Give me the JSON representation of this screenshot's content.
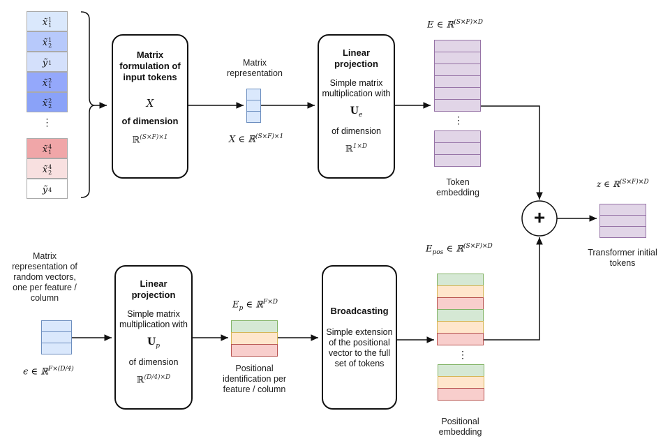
{
  "input_tokens": {
    "items": [
      {
        "label": "x̃",
        "sup": "1",
        "sub": "1",
        "color": "#dae8fc"
      },
      {
        "label": "x̃",
        "sup": "1",
        "sub": "2",
        "color": "#b7c9fb"
      },
      {
        "label": "ỹ",
        "sup": "1",
        "sub": "",
        "color": "#d4e0fb"
      },
      {
        "label": "x̃",
        "sup": "2",
        "sub": "1",
        "color": "#94a8fb"
      },
      {
        "label": "x̃",
        "sup": "2",
        "sub": "2",
        "color": "#8aa2f8"
      },
      {
        "label": "x̃",
        "sup": "4",
        "sub": "1",
        "color": "#f0a6a8"
      },
      {
        "label": "x̃",
        "sup": "4",
        "sub": "2",
        "color": "#f8e0e0"
      },
      {
        "label": "ỹ",
        "sup": "4",
        "sub": "",
        "color": "#ffffff"
      }
    ],
    "ellipsis": "⋮"
  },
  "matrix_formulation": {
    "title": "Matrix formulation of input tokens",
    "symbol": "X",
    "dimension_label": "of  dimension",
    "dimension": "ℝ",
    "dimension_sup": "(S×F)×1"
  },
  "matrix_representation": {
    "label": "Matrix representation",
    "formula": "X ∈ ℝ",
    "formula_sup": "(S×F)×1"
  },
  "linear_projection_top": {
    "title": "Linear projection",
    "desc": "Simple matrix multiplication with",
    "symbol": "U",
    "symbol_sub": "e",
    "dimension_label": "of dimension",
    "dimension": "ℝ",
    "dimension_sup": "1×D"
  },
  "token_embedding": {
    "formula": "E ∈ ℝ",
    "formula_sup": "(S×F)×D",
    "label": "Token embedding",
    "ellipsis": "⋮"
  },
  "sum": {
    "symbol": "+"
  },
  "transformer_tokens": {
    "formula": "z ∈ ℝ",
    "formula_sup": "(S×F)×D",
    "label": "Transformer initial tokens"
  },
  "random_vectors": {
    "label": "Matrix representation of random vectors, one per feature / column",
    "formula": "ϵ ∈ ℝ",
    "formula_sup": "F×(D/4)"
  },
  "linear_projection_bottom": {
    "title": "Linear projection",
    "desc": "Simple matrix multiplication with",
    "symbol": "U",
    "symbol_sub": "p",
    "dimension_label": "of dimension",
    "dimension": "ℝ",
    "dimension_sup": "(D/4)×D"
  },
  "positional_identification": {
    "formula": "E",
    "formula_sub": "p",
    "formula_rest": " ∈ ℝ",
    "formula_sup": "F×D",
    "label": "Positional identification per feature / column"
  },
  "broadcasting": {
    "title": "Broadcasting",
    "desc": "Simple extension of the positional vector to the full set of tokens"
  },
  "positional_embedding": {
    "formula": "E",
    "formula_sub": "pos",
    "formula_rest": " ∈ ℝ",
    "formula_sup": "(S×F)×D",
    "label": "Positional embedding",
    "ellipsis": "⋮"
  },
  "colors": {
    "blue_fill": "#dae8fc",
    "blue_stroke": "#6c8ebf",
    "purple_fill": "#e1d5e7",
    "purple_stroke": "#9673a6",
    "green_fill": "#d5e8d4",
    "green_stroke": "#82b366",
    "orange_fill": "#ffe6cc",
    "orange_stroke": "#d6b656",
    "red_fill": "#f8cecc",
    "red_stroke": "#b85450"
  }
}
